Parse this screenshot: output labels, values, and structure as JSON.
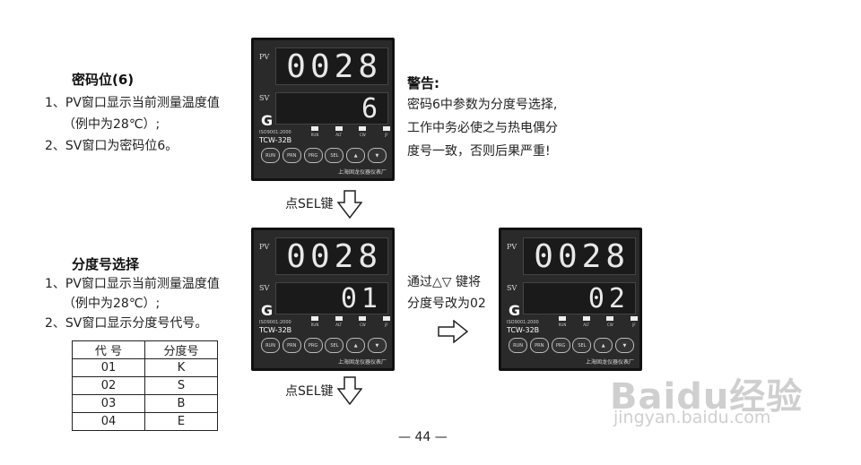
{
  "section1": {
    "heading": "密码位(6)",
    "lines": [
      "1、PV窗口显示当前测量温度值",
      "（例中为28℃）;",
      "2、SV窗口为密码位6。"
    ]
  },
  "warning": {
    "title": "警告:",
    "lines": [
      "密码6中参数为分度号选择,",
      "工作中务必使之与热电偶分",
      "度号一致，否则后果严重!"
    ]
  },
  "section2": {
    "heading": "分度号选择",
    "lines": [
      "1、PV窗口显示当前测量温度值",
      "（例中为28℃）;",
      "2、SV窗口显示分度号代号。"
    ]
  },
  "change_text": [
    "通过△▽ 键将",
    "分度号改为02"
  ],
  "arrow_label": "点SEL键",
  "controller": {
    "pv_label": "PV",
    "sv_label": "SV",
    "iso": "ISO9001:2000",
    "model": "TCW-32B",
    "maker": "上海固龙仪器仪表厂",
    "leds": [
      "RUN",
      "ALT",
      "CW",
      "JF"
    ],
    "keys": [
      "RUN",
      "PRN",
      "PRG",
      "SEL",
      "▲",
      "▼"
    ]
  },
  "displays": [
    {
      "pv": "0028",
      "sv": "6"
    },
    {
      "pv": "0028",
      "sv": "01"
    },
    {
      "pv": "0028",
      "sv": "02"
    }
  ],
  "table": {
    "headers": [
      "代 号",
      "分度号"
    ],
    "rows": [
      [
        "01",
        "K"
      ],
      [
        "02",
        "S"
      ],
      [
        "03",
        "B"
      ],
      [
        "04",
        "E"
      ]
    ]
  },
  "page_number": "— 44 —",
  "watermark": {
    "brand": "Baidu经验",
    "url": "jingyan.baidu.com"
  }
}
